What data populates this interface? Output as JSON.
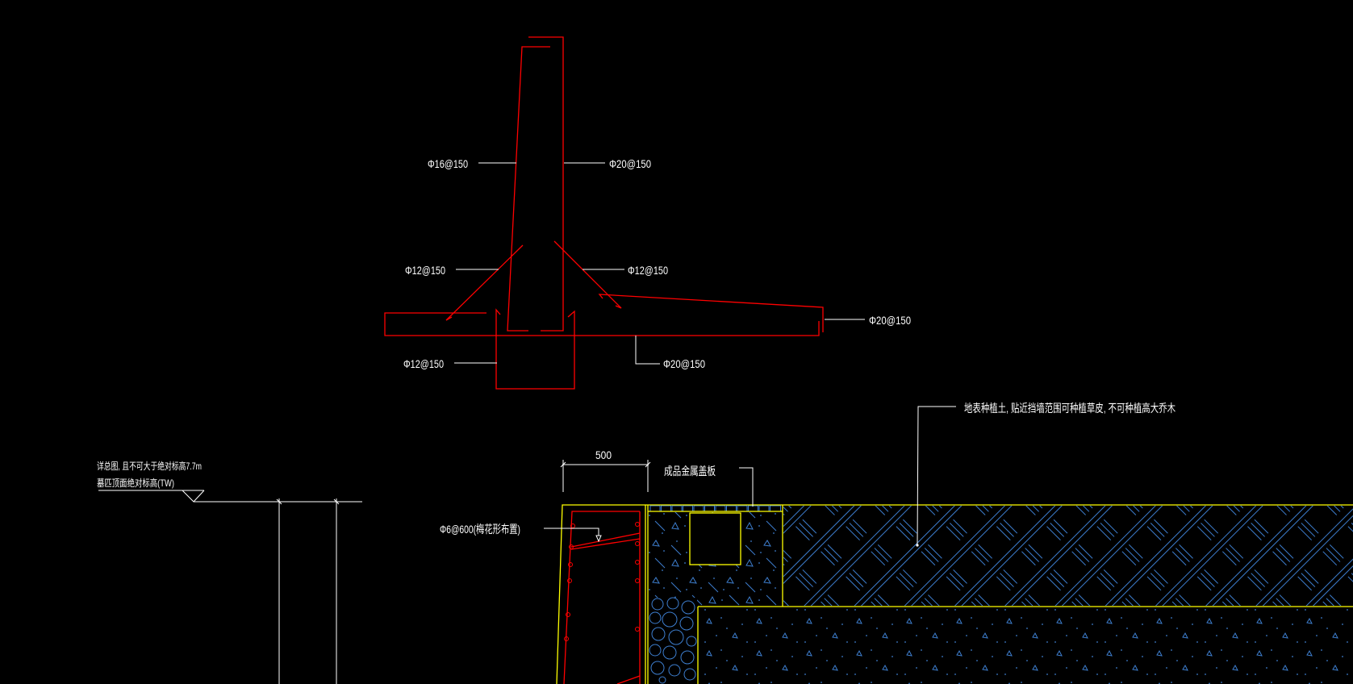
{
  "labels": {
    "stem_inner_bar": "Φ16@150",
    "stem_outer_bar": "Φ20@150",
    "toe_diagonal_bar": "Φ12@150",
    "heel_diagonal_bar": "Φ12@150",
    "heel_top_bar": "Φ20@150",
    "key_bar": "Φ12@150",
    "base_bottom_bar": "Φ20@150",
    "planting_soil_note": "地表种植土, 贴近挡墙范围可种植草皮, 不可种植高大乔木",
    "dimension_500": "500",
    "metal_cover_plate": "成品金属盖板",
    "elevation_note_line1": "详总图, 且不可大于绝对标高7.7m",
    "elevation_note_line2": "墓匹顶面绝对标高(TW)",
    "tie_bar_note": "Φ6@600(梅花形布置)"
  },
  "colors": {
    "background": "#000000",
    "rebar": "#ff0000",
    "annotation": "#ffffff",
    "concrete_outline": "#ffff00",
    "hatch": "#3d7ecf"
  }
}
